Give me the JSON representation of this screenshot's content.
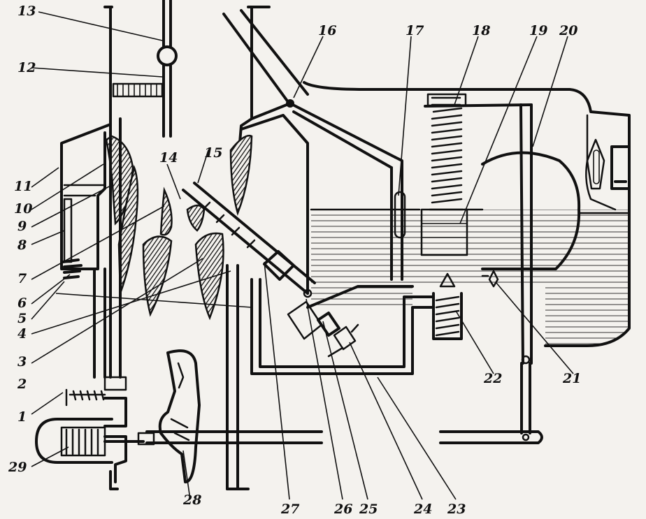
{
  "labels": {
    "l1": "1",
    "l2": "2",
    "l3": "3",
    "l4": "4",
    "l5": "5",
    "l6": "6",
    "l7": "7",
    "l8": "8",
    "l9": "9",
    "l10": "10",
    "l11": "11",
    "l12": "12",
    "l13": "13",
    "l14": "14",
    "l15": "15",
    "l16": "16",
    "l17": "17",
    "l18": "18",
    "l19": "19",
    "l20": "20",
    "l21": "21",
    "l22": "22",
    "l23": "23",
    "l24": "24",
    "l25": "25",
    "l26": "26",
    "l27": "27",
    "l28": "28",
    "l29": "29"
  }
}
